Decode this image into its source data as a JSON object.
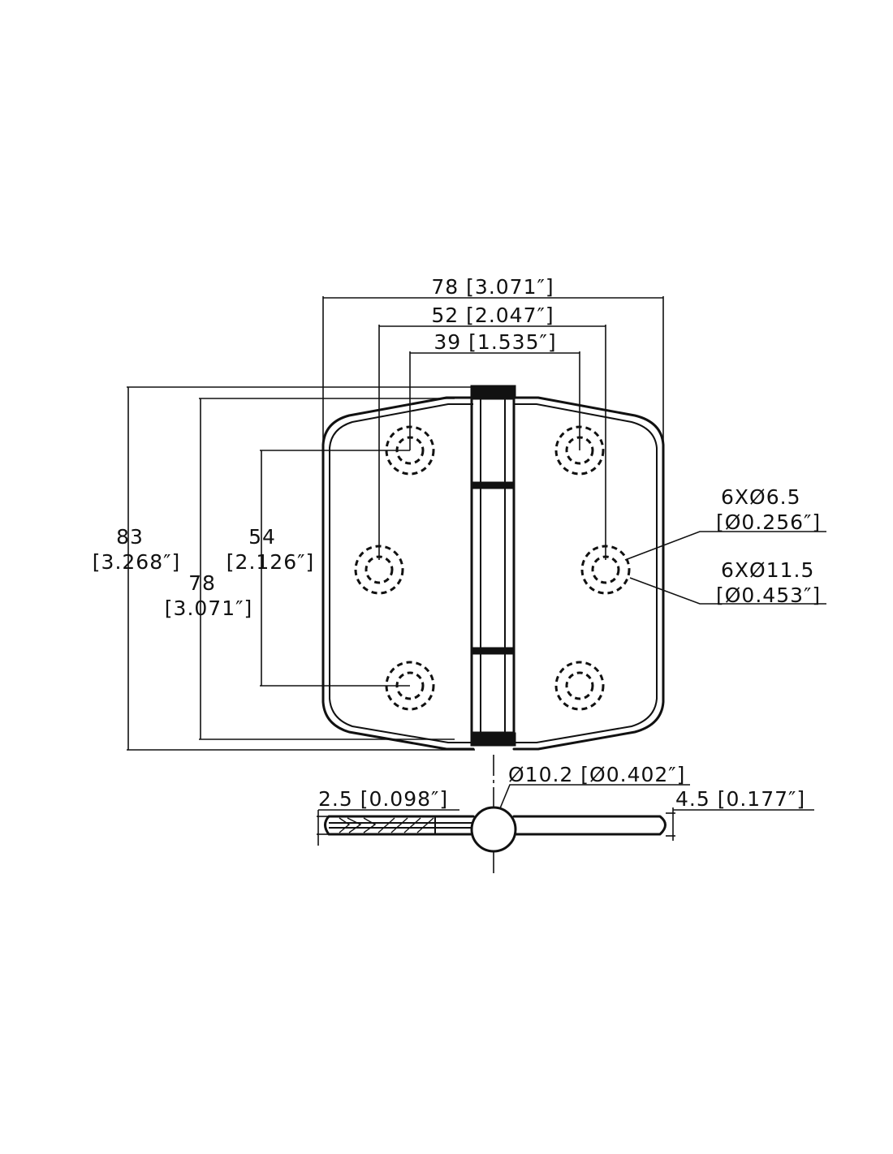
{
  "dimensions": {
    "overall_width": "78  [3.071″]",
    "outer_hole_spacing": "52  [2.047″]",
    "inner_hole_spacing": "39  [1.535″]",
    "overall_height_mm": "83",
    "overall_height_in": "[3.268″]",
    "leaf_height_mm": "78",
    "leaf_height_in": "[3.071″]",
    "vertical_hole_spacing_mm": "54",
    "vertical_hole_spacing_in": "[2.126″]",
    "hole_diameter_mm": "6XØ6.5",
    "hole_diameter_in": "[Ø0.256″]",
    "countersink_diameter_mm": "6XØ11.5",
    "countersink_diameter_in": "[Ø0.453″]",
    "knuckle_diameter": "Ø10.2  [Ø0.402″]",
    "leaf_thickness": "2.5  [0.098″]",
    "knuckle_thickness": "4.5  [0.177″]"
  },
  "colors": {
    "line": "#111111",
    "background": "#ffffff"
  }
}
